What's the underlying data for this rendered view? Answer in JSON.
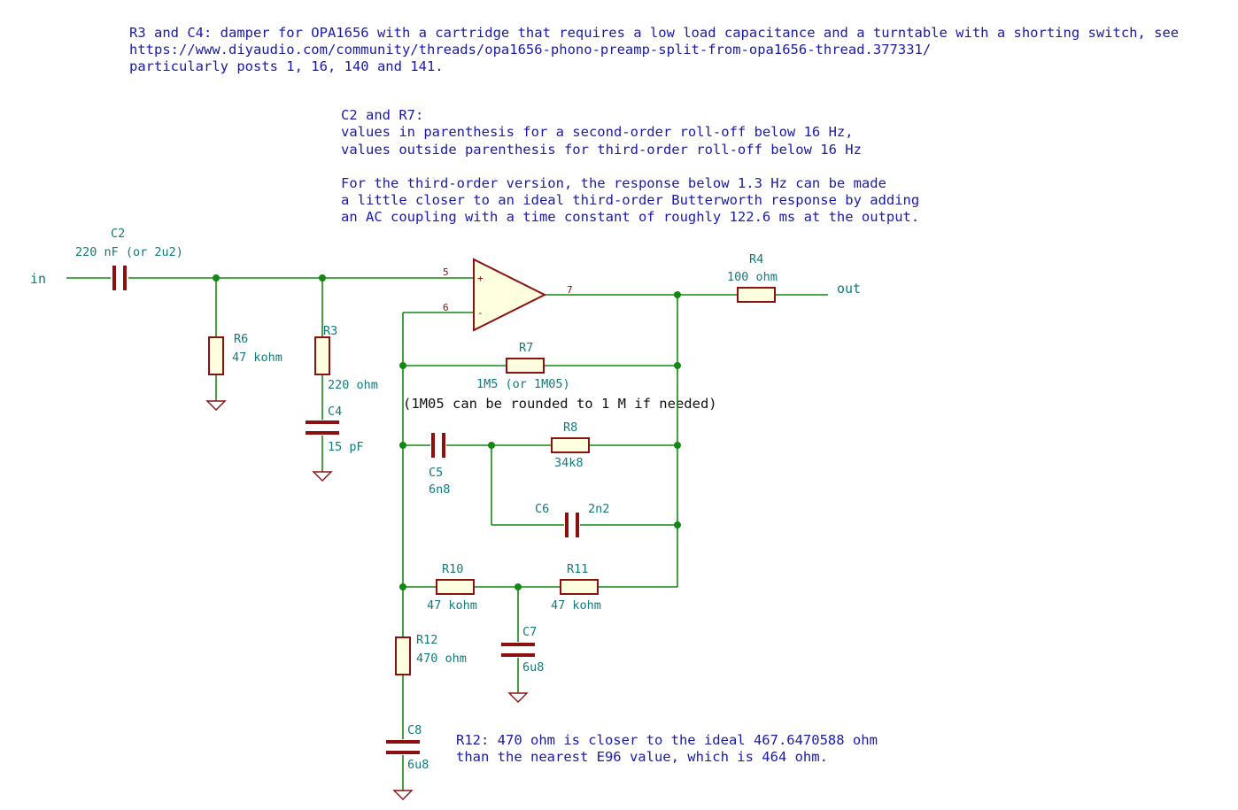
{
  "notes": {
    "damper": [
      "R3 and C4: damper for OPA1656 with a cartridge that requires a low load capacitance and a turntable with a shorting switch, see",
      "https://www.diyaudio.com/community/threads/opa1656-phono-preamp-split-from-opa1656-thread.377331/",
      "particularly posts 1, 16, 140 and 141."
    ],
    "c2_r7": [
      "C2 and R7:",
      "values in parenthesis for a second-order roll-off below 16 Hz,",
      "values outside parenthesis for third-order roll-off below 16 Hz"
    ],
    "third_order": [
      "For the third-order version, the response below 1.3 Hz can be made",
      "a little closer to an ideal third-order Butterworth response by adding",
      "an AC coupling with a time constant of roughly 122.6 ms at the output."
    ],
    "r7_round": "(1M05 can be rounded to 1 M if needed)",
    "r12": [
      "R12: 470 ohm is closer to the ideal 467.6470588 ohm",
      "than the nearest E96 value, which is 464 ohm."
    ]
  },
  "labels": {
    "input": "in",
    "output": "out"
  },
  "opamp": {
    "pin_noninv": "5",
    "pin_inv": "6",
    "pin_out": "7",
    "plus": "+",
    "minus": "-"
  },
  "components": {
    "C2": {
      "ref": "C2",
      "value": "220 nF (or 2u2)"
    },
    "R6": {
      "ref": "R6",
      "value": "47 kohm"
    },
    "R3": {
      "ref": "R3",
      "value": "220 ohm"
    },
    "C4": {
      "ref": "C4",
      "value": "15 pF"
    },
    "R4": {
      "ref": "R4",
      "value": "100 ohm"
    },
    "R7": {
      "ref": "R7",
      "value": "1M5 (or 1M05)"
    },
    "C5": {
      "ref": "C5",
      "value": "6n8"
    },
    "R8": {
      "ref": "R8",
      "value": "34k8"
    },
    "C6": {
      "ref": "C6",
      "value": "2n2"
    },
    "R10": {
      "ref": "R10",
      "value": "47 kohm"
    },
    "R11": {
      "ref": "R11",
      "value": "47 kohm"
    },
    "C7": {
      "ref": "C7",
      "value": "6u8"
    },
    "R12": {
      "ref": "R12",
      "value": "470 ohm"
    },
    "C8": {
      "ref": "C8",
      "value": "6u8"
    }
  },
  "colors": {
    "wire": "#128812",
    "component": "#8b1010",
    "component_fill": "#ffffe0",
    "reference_text": "#127a7a",
    "note_text": "#1a1aa8"
  }
}
